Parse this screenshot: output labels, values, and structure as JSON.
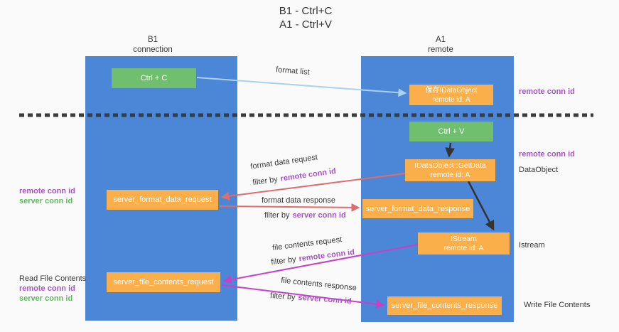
{
  "title": {
    "line1": "B1 - Ctrl+C",
    "line2": "A1 - Ctrl+V"
  },
  "columns": {
    "left": {
      "header_line1": "B1",
      "header_line2": "connection"
    },
    "right": {
      "header_line1": "A1",
      "header_line2": "remote"
    }
  },
  "boxes": {
    "ctrl_c": "Ctrl + C",
    "ctrl_v": "Ctrl + V",
    "save_idataobject": {
      "line1": "保存IDataObject",
      "line2": "remote id: A"
    },
    "getdata": {
      "line1": "IDataObject::GetData",
      "line2": "remote id: A"
    },
    "istream": {
      "line1": "IStream",
      "line2": "remote id: A"
    },
    "server_format_data_request": "server_format_data_request",
    "server_format_data_response": "server_format_data_response",
    "server_file_contents_request": "server_file_contents_request",
    "server_file_contents_response": "server_file_contents_response"
  },
  "flow_labels": {
    "format_list": "format list",
    "filter_by": "filter by",
    "format_data_request": "format data request",
    "format_data_response": "format data response",
    "file_contents_request": "file contents request",
    "file_contents_response": "file contents response",
    "remote_conn_id": "remote conn id",
    "server_conn_id": "server conn id"
  },
  "side_labels": {
    "remote_conn_id": "remote conn id",
    "server_conn_id": "server conn id",
    "dataobject": "DataObject",
    "istream": "Istream",
    "read_file_contents": "Read File Contents",
    "write_file_contents": "Write File Contents"
  },
  "colors": {
    "background": "#fafafa",
    "column_blue": "#4c86d6",
    "box_orange": "#fbaf4a",
    "box_green": "#6fbf6f",
    "purple_text": "#a953c6",
    "green_text": "#61b861",
    "red_arrow": "#e06c6c",
    "magenta_arrow": "#c840c8",
    "light_blue_arrow": "#a6d3ee",
    "black_arrow": "#333333",
    "ink": "#3a3a3a"
  }
}
